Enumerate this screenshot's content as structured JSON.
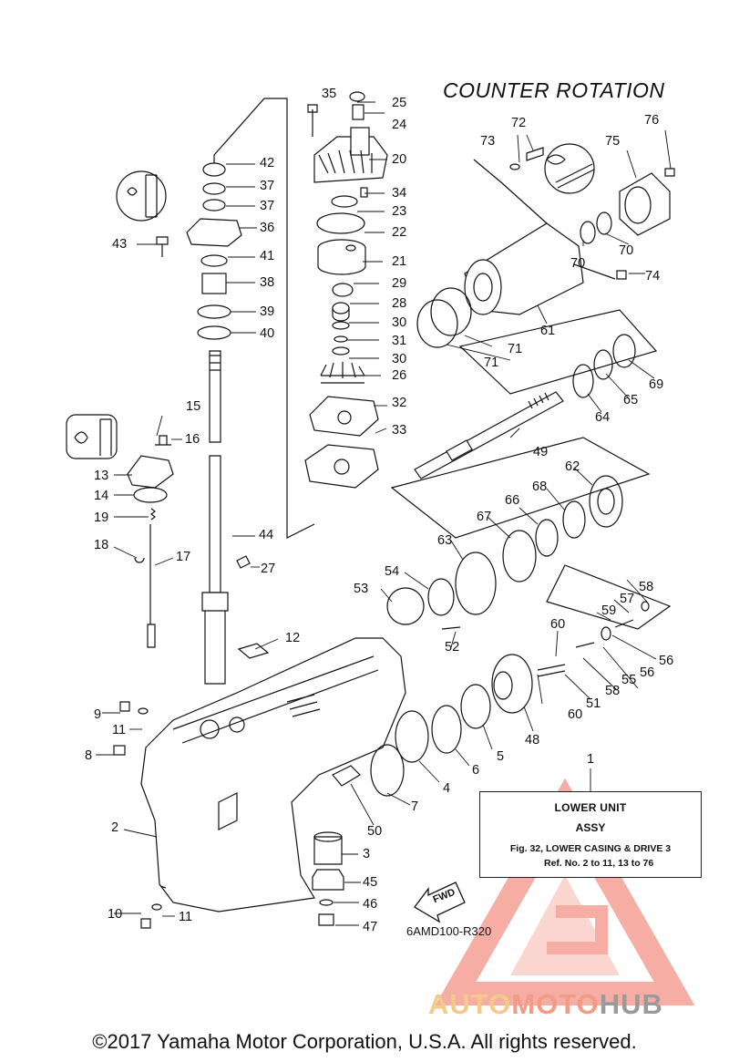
{
  "title": "COUNTER ROTATION",
  "code": "6AMD100-R320",
  "info_box": {
    "line1": "LOWER UNIT",
    "line2": "ASSY",
    "line3": "Fig. 32, LOWER CASING & DRIVE 3",
    "line4": "Ref. No. 2 to 11, 13 to 76"
  },
  "fwd_label": "FWD",
  "watermark": {
    "part1": "AUTO",
    "part2": "MOTO",
    "part3": "HUB"
  },
  "copyright": "©2017 Yamaha Motor Corporation, U.S.A. All rights reserved.",
  "callouts": {
    "c1": "1",
    "c2": "2",
    "c3": "3",
    "c4": "4",
    "c5": "5",
    "c6": "6",
    "c7": "7",
    "c8": "8",
    "c9": "9",
    "c10": "10",
    "c11a": "11",
    "c11b": "11",
    "c12": "12",
    "c13": "13",
    "c14": "14",
    "c15": "15",
    "c16": "16",
    "c17": "17",
    "c18": "18",
    "c19": "19",
    "c20": "20",
    "c21": "21",
    "c22": "22",
    "c23": "23",
    "c24": "24",
    "c25": "25",
    "c26": "26",
    "c27": "27",
    "c28": "28",
    "c29": "29",
    "c30a": "30",
    "c30b": "30",
    "c31": "31",
    "c32": "32",
    "c33": "33",
    "c34": "34",
    "c35": "35",
    "c36": "36",
    "c37a": "37",
    "c37b": "37",
    "c38": "38",
    "c39": "39",
    "c40": "40",
    "c41": "41",
    "c42": "42",
    "c43": "43",
    "c44": "44",
    "c45": "45",
    "c46": "46",
    "c47": "47",
    "c48": "48",
    "c49": "49",
    "c50": "50",
    "c51": "51",
    "c52": "52",
    "c53": "53",
    "c54": "54",
    "c55": "55",
    "c56a": "56",
    "c56b": "56",
    "c57": "57",
    "c58a": "58",
    "c58b": "58",
    "c59": "59",
    "c60a": "60",
    "c60b": "60",
    "c61": "61",
    "c62": "62",
    "c63": "63",
    "c64": "64",
    "c65": "65",
    "c66": "66",
    "c67": "67",
    "c68": "68",
    "c69": "69",
    "c70a": "70",
    "c70b": "70",
    "c71a": "71",
    "c71b": "71",
    "c72": "72",
    "c73": "73",
    "c74": "74",
    "c75": "75",
    "c76": "76"
  },
  "colors": {
    "line": "#111111",
    "watermark_red": "#ef6b5a",
    "watermark_orange": "#f5c98a",
    "watermark_grey": "#9a9a9a"
  }
}
